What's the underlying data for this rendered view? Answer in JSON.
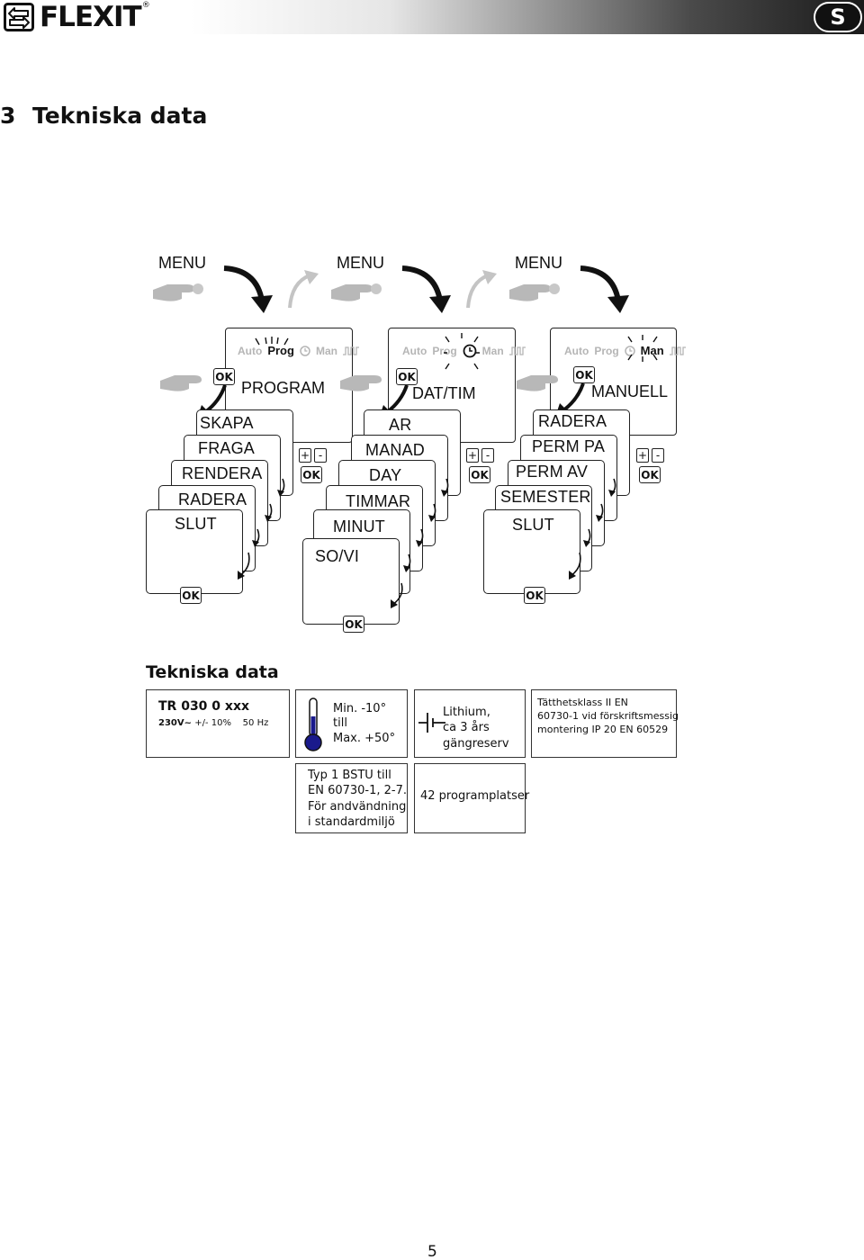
{
  "header": {
    "brand": "FLEXIT",
    "registered_mark": "®",
    "language_badge": "S",
    "logo_icon": "arrows-box-icon"
  },
  "section": {
    "number": "3",
    "title": "Tekniska data"
  },
  "flow": {
    "menu_label": "MENU",
    "ok_label": "OK",
    "plus_label": "+",
    "minus_label": "-",
    "modes": [
      "Auto",
      "Prog",
      "Man"
    ],
    "program": {
      "title": "PROGRAM",
      "items": [
        "SKAPA",
        "FRAGA",
        "RENDERA",
        "RADERA",
        "SLUT"
      ]
    },
    "datetime": {
      "title": "DAT/TIM",
      "items": [
        "AR",
        "MANAD",
        "DAY",
        "TIMMAR",
        "MINUT",
        "SO/VI"
      ]
    },
    "manual": {
      "title": "MANUELL",
      "items": [
        "RADERA",
        "PERM PA",
        "PERM AV",
        "SEMESTER",
        "SLUT"
      ]
    }
  },
  "tech": {
    "heading": "Tekniska data",
    "model": "TR 030 0 xxx",
    "voltage": "230V~",
    "tolerance": "+/- 10%",
    "frequency": "50 Hz",
    "temp_min": "Min. -10°",
    "temp_till": "till",
    "temp_max": "Max. +50°",
    "battery_line1": "Lithium,",
    "battery_line2": "ca 3 års",
    "battery_line3": "gängreserv",
    "class_line1": "Tätthetsklass II EN",
    "class_line2": "60730-1 vid förskriftsmessig",
    "class_line3": "montering IP 20 EN 60529",
    "type_line1": "Typ 1 BSTU till",
    "type_line2": "EN 60730-1, 2-7.",
    "type_line3": "För andvändning",
    "type_line4": "i standardmiljö",
    "program_slots": "42 programplatser"
  },
  "footer": {
    "page_number": "5"
  }
}
